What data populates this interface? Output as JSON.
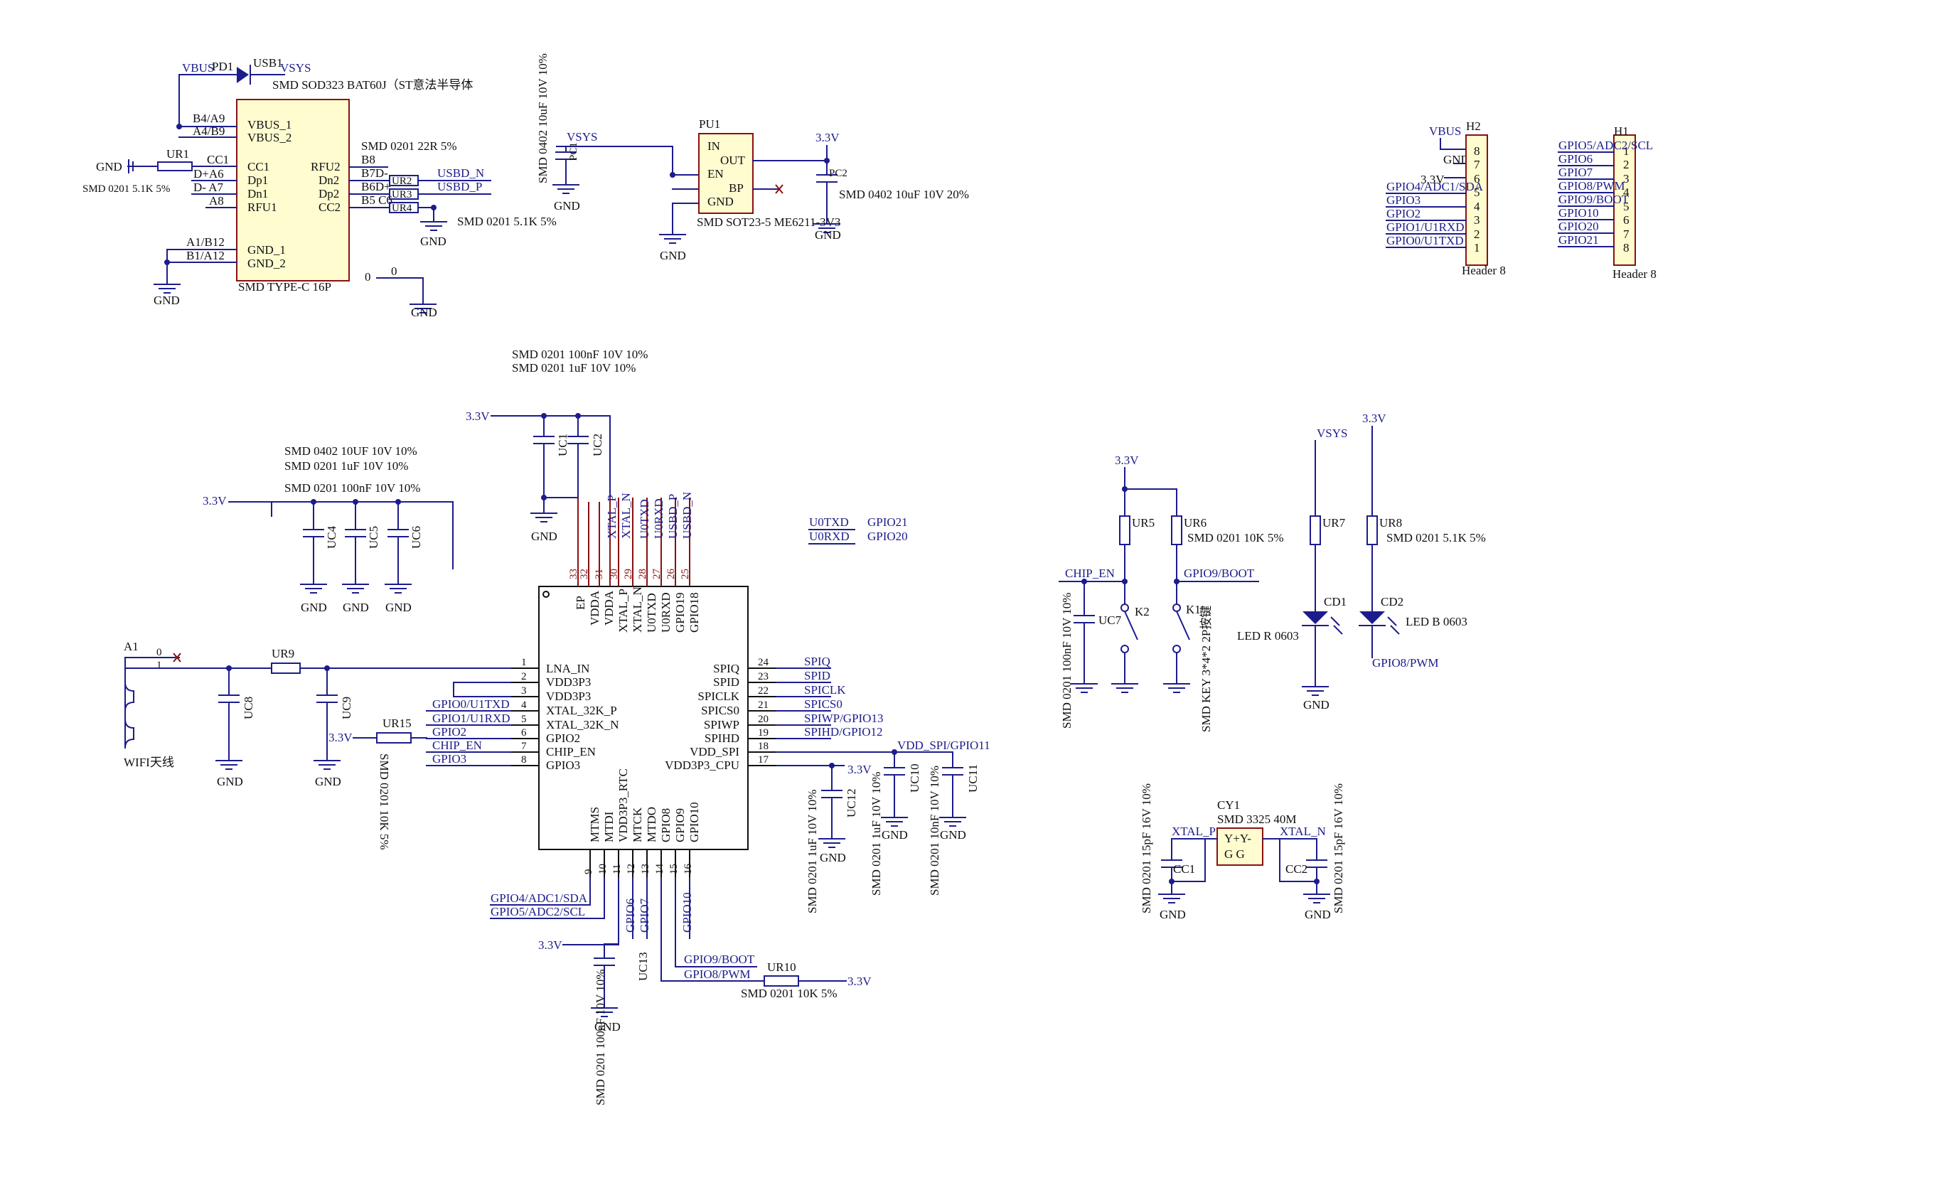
{
  "labels": {
    "vbus": "VBUS",
    "vsys": "VSYS",
    "gnd": "GND",
    "v33": "3.3V",
    "pd1": "PD1",
    "usb1": "USB1",
    "pd1_desc": "SMD SOD323 BAT60J（ST意法半导体",
    "usb_pins_left": [
      "B4/A9",
      "A4/B9",
      "CC1",
      "D+A6",
      "D- A7",
      "A8",
      "A1/B12",
      "B1/A12"
    ],
    "usb_pins_in": [
      "VBUS_1",
      "VBUS_2",
      "CC1",
      "Dp1",
      "Dn1",
      "RFU1",
      "GND_1",
      "GND_2"
    ],
    "usb_pins_in_r": [
      "RFU2",
      "Dn2",
      "Dp2",
      "CC2"
    ],
    "usb_pins_right": [
      "B8",
      "B7D-",
      "B6D+",
      "B5 C6"
    ],
    "usb_desc": "SMD TYPE-C 16P",
    "ur1": "UR1",
    "ur1_desc": "SMD 0201 5.1K 5%",
    "ur2": "UR2",
    "ur3": "UR3",
    "ur4": "UR4",
    "ur2_desc": "SMD 0201 22R 5%",
    "ur4_desc": "SMD 0201 5.1K 5%",
    "usbd_n": "USBD_N",
    "usbd_p": "USBD_P",
    "zero": "0",
    "pc1": "PC1",
    "pc1_desc": "SMD 0402 10uF 10V 10%",
    "pu1": "PU1",
    "pu1_pins": [
      "IN",
      "OUT",
      "EN",
      "BP",
      "GND"
    ],
    "pu1_desc": "SMD SOT23-5 ME6211-3V3",
    "pc2": "PC2",
    "pc2_desc": "SMD 0402 10uF 10V 20%",
    "h2": "H2",
    "h2_nets": [
      "GPIO4/ADC1/SDA",
      "GPIO3",
      "GPIO2",
      "GPIO1/U1RXD",
      "GPIO0/U1TXD"
    ],
    "h2_pins": [
      "8",
      "7",
      "6",
      "5",
      "4",
      "3",
      "2",
      "1"
    ],
    "h1": "H1",
    "h1_nets": [
      "GPIO5/ADC2/SCL",
      "GPIO6",
      "GPIO7",
      "GPIO8/PWM",
      "GPIO9/BOOT",
      "GPIO10",
      "GPIO20",
      "GPIO21"
    ],
    "h1_pins": [
      "1",
      "2",
      "3",
      "4",
      "5",
      "6",
      "7",
      "8"
    ],
    "header": "Header 8",
    "uc12_desc1": "SMD 0201 100nF 10V 10%",
    "uc12_desc2": "SMD 0201 1uF 10V 10%",
    "uc1": "UC1",
    "uc2": "UC2",
    "uc456_desc": [
      "SMD 0402 10UF 10V 10%",
      "SMD 0201 1uF 10V 10%",
      "SMD 0201 100nF 10V 10%"
    ],
    "uc4": "UC4",
    "uc5": "UC5",
    "uc6": "UC6",
    "u0txd": "U0TXD",
    "u0rxd": "U0RXD",
    "gpio21": "GPIO21",
    "gpio20": "GPIO20",
    "top_nets": [
      "XTAL_P",
      "XTAL_N",
      "U0TXD",
      "U0RXD",
      "USBD_P",
      "USBD_N"
    ],
    "top_pin_nums": [
      "33",
      "32",
      "31",
      "30",
      "29",
      "28",
      "27",
      "26",
      "25"
    ],
    "top_pin_names": [
      "EP",
      "VDDA",
      "VDDA",
      "XTAL_P",
      "XTAL_N",
      "U0TXD",
      "U0RXD",
      "GPIO19",
      "GPIO18"
    ],
    "left_pin_nums": [
      "1",
      "2",
      "3",
      "4",
      "5",
      "6",
      "7",
      "8"
    ],
    "left_pin_names": [
      "LNA_IN",
      "VDD3P3",
      "VDD3P3",
      "XTAL_32K_P",
      "XTAL_32K_N",
      "GPIO2",
      "CHIP_EN",
      "GPIO3"
    ],
    "left_nets": [
      "GPIO0/U1TXD",
      "GPIO1/U1RXD",
      "GPIO2",
      "CHIP_EN",
      "GPIO3"
    ],
    "right_pin_nums": [
      "24",
      "23",
      "22",
      "21",
      "20",
      "19",
      "18",
      "17"
    ],
    "right_pin_names": [
      "SPIQ",
      "SPID",
      "SPICLK",
      "SPICS0",
      "SPIWP",
      "SPIHD",
      "VDD_SPI",
      "VDD3P3_CPU"
    ],
    "right_nets": [
      "SPIQ",
      "SPID",
      "SPICLK",
      "SPICS0",
      "SPIWP/GPIO13",
      "SPIHD/GPIO12"
    ],
    "vdd_spi": "VDD_SPI/GPIO11",
    "bot_pin_nums": [
      "9",
      "10",
      "11",
      "12",
      "13",
      "14",
      "15",
      "16"
    ],
    "bot_pin_names": [
      "MTMS",
      "MTDI",
      "VDD3P3_RTC",
      "MTCK",
      "MTDO",
      "GPIO8",
      "GPIO9",
      "GPIO10"
    ],
    "bot_nets": [
      "GPIO6",
      "GPIO7",
      "GPIO10"
    ],
    "bot_left_nets": [
      "GPIO4/ADC1/SDA",
      "GPIO5/ADC2/SCL"
    ],
    "a1": "A1",
    "wifi": "WIFI天线",
    "ur9": "UR9",
    "uc8": "UC8",
    "uc9": "UC9",
    "ur15": "UR15",
    "ur15_desc": "SMD 0201 10K 5%",
    "uc12": "UC12",
    "uc10": "UC10",
    "uc11": "UC11",
    "uc12_d": "SMD 0201 1uF 10V 10%",
    "uc10_d": "SMD 0201 1uF 10V 10%",
    "uc11_d": "SMD 0201 10nF 10V 10%",
    "uc13": "UC13",
    "uc13_desc": "SMD 0201 100nF 10V 10%",
    "gpio9_boot": "GPIO9/BOOT",
    "gpio8_pwm": "GPIO8/PWM",
    "ur10": "UR10",
    "ur10_desc": "SMD 0201 10K 5%",
    "ur5": "UR5",
    "ur6": "UR6",
    "ur56_desc": "SMD 0201 10K 5%",
    "chip_en": "CHIP_EN",
    "uc7": "UC7",
    "uc7_desc": "SMD 0201 100nF 10V 10%",
    "k1": "K1",
    "k2": "K2",
    "key_desc": "SMD KEY 3*4*2 2P按键",
    "ur7": "UR7",
    "ur8": "UR8",
    "ur8_desc": "SMD 0201 5.1K 5%",
    "cd1": "CD1",
    "cd2": "CD2",
    "led_r": "LED R 0603",
    "led_b": "LED B 0603",
    "gpio8_pwm2": "GPIO8/PWM",
    "cy1": "CY1",
    "cy1_desc": "SMD 3325 40M",
    "cy_pins": "Y+Y-",
    "cy_g": "G  G",
    "xtal_p": "XTAL_P",
    "xtal_n": "XTAL_N",
    "cc1": "CC1",
    "cc2": "CC2",
    "cc_desc": "SMD 0201 15pF 16V 10%"
  }
}
